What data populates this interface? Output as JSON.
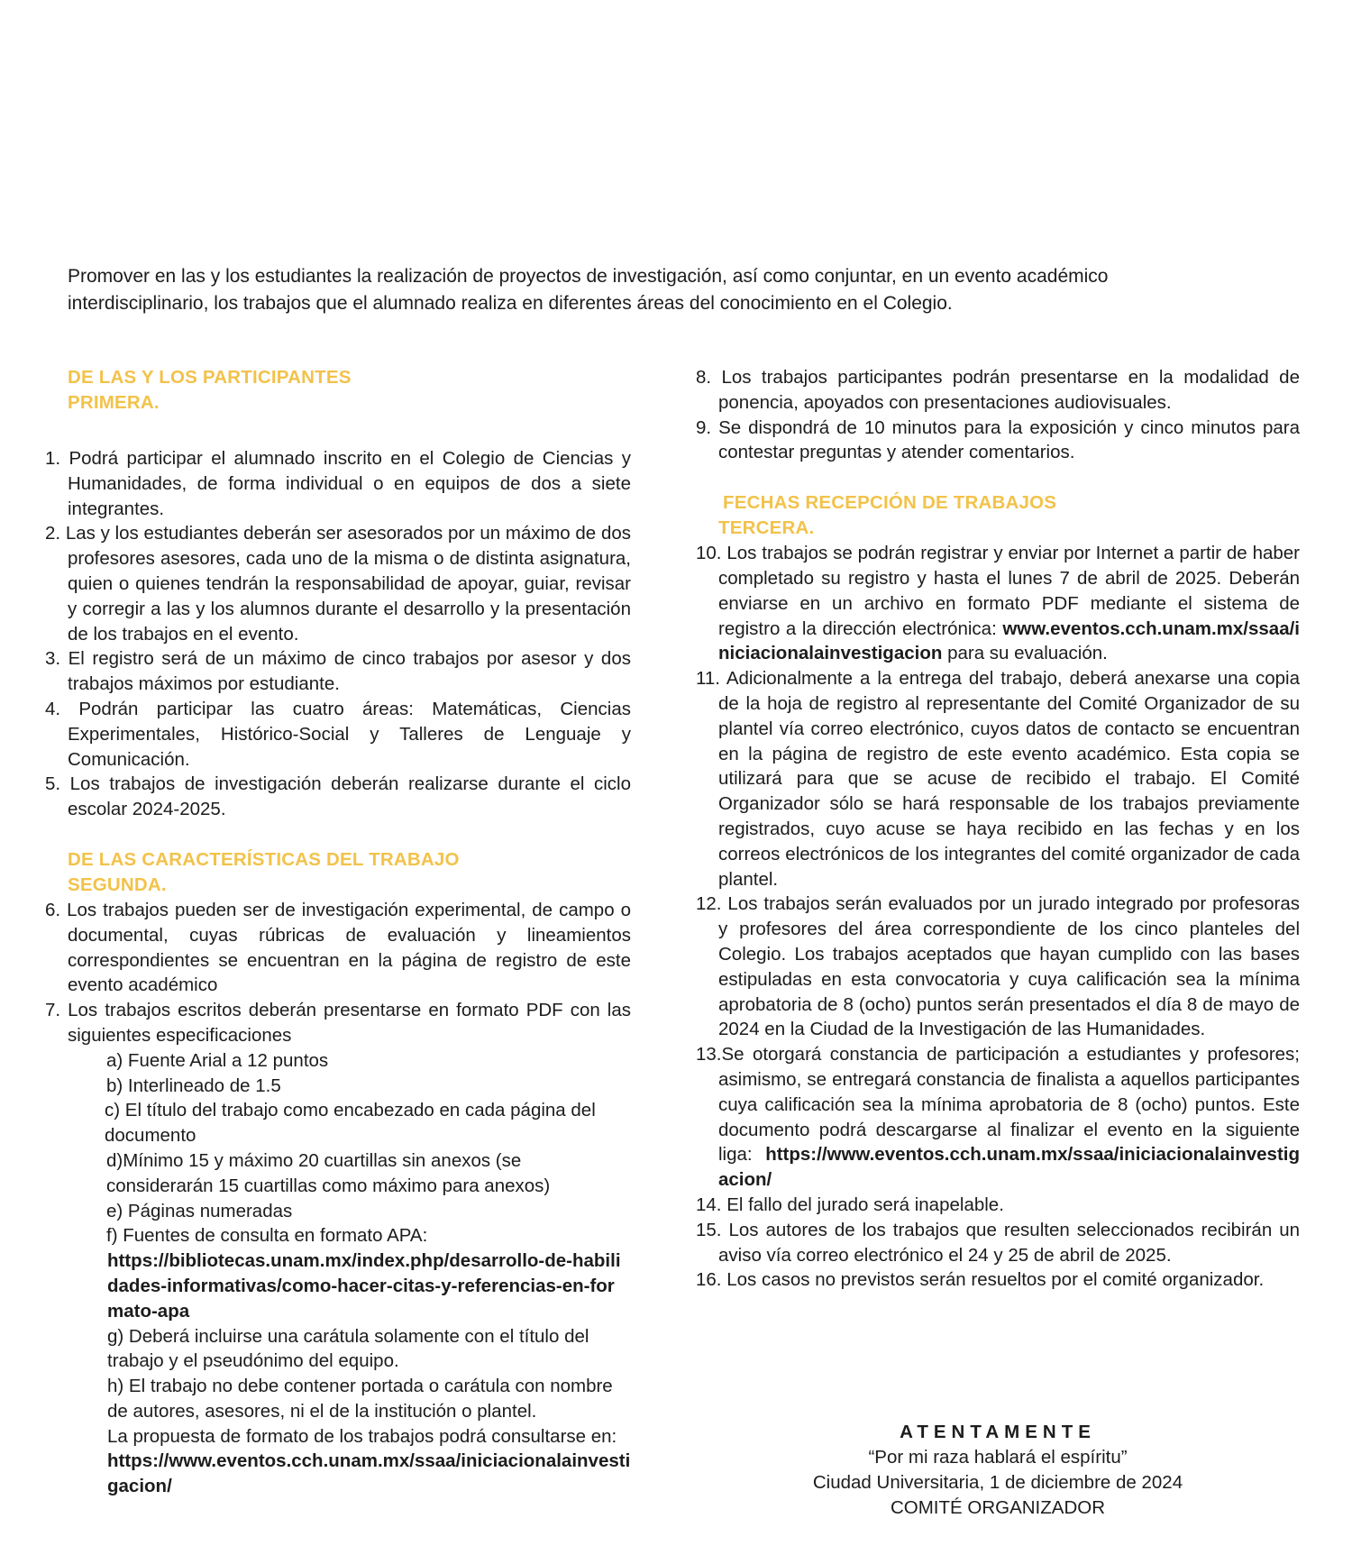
{
  "intro": "Promover en las y los estudiantes la realización de proyectos de investigación, así como conjuntar, en un evento académico interdisciplinario, los trabajos que el alumnado realiza en diferentes áreas del conocimiento en el Colegio.",
  "colors": {
    "heading": "#f2c24a",
    "text": "#1c1c1c"
  },
  "sections": {
    "primera": {
      "title": "DE LAS Y LOS PARTICIPANTES",
      "ordinal": "PRIMERA."
    },
    "segunda": {
      "title": "DE LAS CARACTERÍSTICAS DEL TRABAJO",
      "ordinal": "SEGUNDA."
    },
    "tercera": {
      "title": "FECHAS RECEPCIÓN DE TRABAJOS",
      "ordinal": "TERCERA."
    }
  },
  "items": {
    "i1": "1.  Podrá participar el alumnado inscrito en el Colegio de Ciencias y Humanidades, de forma individual o en equipos de dos a siete integrantes.",
    "i2": "2. Las y los estudiantes deberán ser asesorados por un máximo de dos profesores asesores, cada uno de la misma o de distinta asignatura, quien o quienes tendrán la responsabilidad de apoyar, guiar, revisar y corregir a las y los alumnos durante el desarrollo y la presentación de los trabajos en el evento.",
    "i3": "3. El registro será de un máximo de cinco trabajos por asesor y dos trabajos máximos por estudiante.",
    "i4": "4.  Podrán participar las cuatro áreas: Matemáticas, Ciencias Experimentales, Histórico-Social y Talleres de Lenguaje y Comunicación.",
    "i5": "5.  Los trabajos de investigación deberán realizarse durante el ciclo escolar 2024-2025.",
    "i6": "6. Los trabajos pueden ser de investigación experimental, de campo o documental, cuyas rúbricas de evaluación y lineamientos correspondientes se encuentran en la página de registro de este evento académico",
    "i7": "7. Los trabajos escritos deberán presentarse en formato PDF con las siguientes especificaciones",
    "i7a": "a) Fuente Arial a 12 puntos",
    "i7b": "b) Interlineado de 1.5",
    "i7c": "c) El título del trabajo como encabezado en cada página del documento",
    "i7d": "d)Mínimo 15 y máximo 20 cuartillas sin anexos (se considerarán 15 cuartillas como máximo para anexos)",
    "i7e": "e) Páginas numeradas",
    "i7f": "f) Fuentes de consulta en formato APA:",
    "i7f_link": "https://bibliotecas.unam.mx/index.php/desarrollo-de-habilidades-informativas/como-hacer-citas-y-referencias-en-formato-apa",
    "i7g": "g) Deberá incluirse una carátula solamente con el título del trabajo y el pseudónimo del equipo.",
    "i7h": "h) El trabajo no debe contener portada o carátula con nombre de autores, asesores, ni el de la institución o plantel.",
    "i7_note": "La propuesta de formato de los trabajos podrá consultarse en:",
    "i7_link": "https://www.eventos.cch.unam.mx/ssaa/iniciacionalainvestigacion/",
    "i8": "8. Los trabajos participantes podrán presentarse en la modalidad de ponencia, apoyados con presentaciones audiovisuales.",
    "i9": "9. Se dispondrá de 10 minutos para la exposición y cinco minutos para contestar preguntas y atender comentarios.",
    "i10a": "10. Los trabajos se podrán registrar y enviar por Internet a partir de haber completado su registro y hasta el lunes 7 de abril de 2025. Deberán enviarse en un archivo en formato PDF mediante el sistema de registro a la dirección electrónica:",
    "i10_link": "www.eventos.cch.unam.mx/ssaa/iniciacionalainvestigacion",
    "i10b": "para su evaluación.",
    "i11": "11. Adicionalmente a la entrega del trabajo, deberá anexarse una copia de la hoja de registro al representante del Comité Organizador de su plantel vía correo electrónico, cuyos datos de contacto se encuentran en la página de registro de este evento académico. Esta copia se utilizará para que se acuse de recibido el trabajo. El Comité Organizador sólo se hará responsable de los trabajos previamente registrados, cuyo acuse se haya recibido en las fechas y en los correos electrónicos de los integrantes del comité organizador de cada plantel.",
    "i12": "12. Los trabajos serán evaluados por un jurado integrado por profesoras y profesores del área correspondiente de los cinco planteles del Colegio. Los trabajos aceptados que hayan cumplido con las bases estipuladas en esta convocatoria y cuya calificación sea la mínima aprobatoria de 8 (ocho) puntos serán presentados el día 8 de mayo de 2024 en la Ciudad de la Investigación de las Humanidades.",
    "i13": "13.Se otorgará constancia de participación a estudiantes y profesores; asimismo, se entregará constancia de finalista a aquellos participantes cuya calificación sea la mínima aprobatoria de 8 (ocho) puntos. Este documento podrá descargarse al finalizar el evento en la siguiente liga:",
    "i13_link": "https://www.eventos.cch.unam.mx/ssaa/iniciacionalainvestigacion/",
    "i14": "14. El fallo del jurado será inapelable.",
    "i15": "15. Los autores de los trabajos que resulten seleccionados recibirán un aviso vía correo electrónico el 24 y 25 de abril de 2025.",
    "i16": "16.  Los casos no previstos serán resueltos por el comité organizador."
  },
  "closing": {
    "atentamente": "ATENTAMENTE",
    "motto": "“Por mi raza hablará el espíritu”",
    "place_date": "Ciudad Universitaria, 1 de diciembre de 2024",
    "committee": "COMITÉ ORGANIZADOR"
  }
}
